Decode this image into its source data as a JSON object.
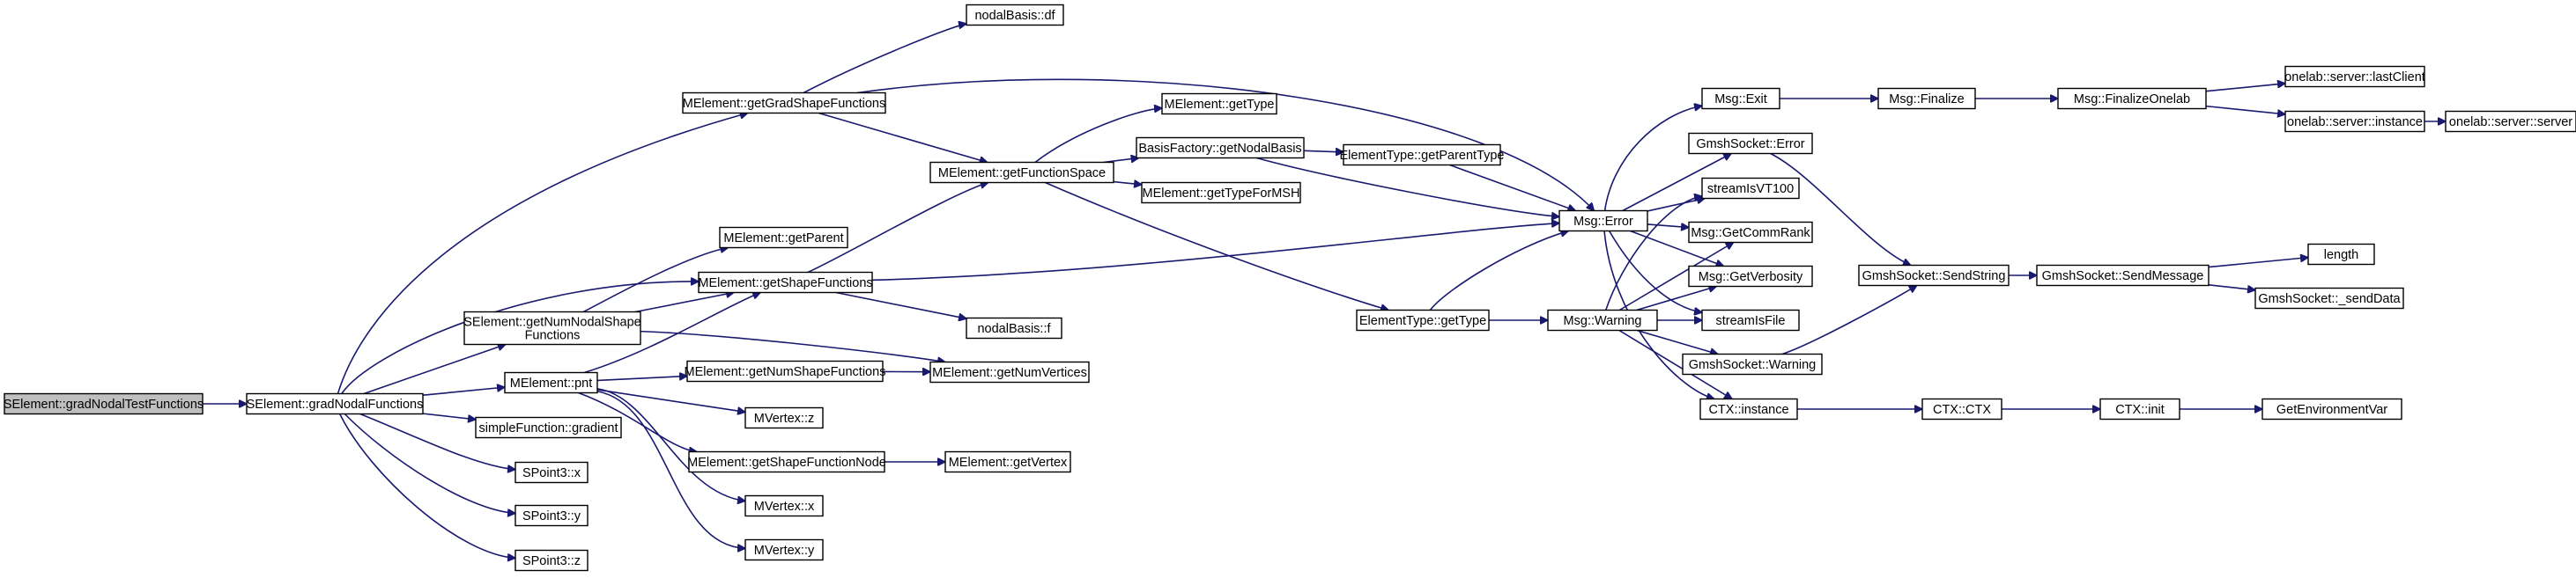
{
  "graph": {
    "root": "SElement::gradNodalTestFunctions",
    "colors": {
      "edge": "#191970",
      "node_border": "#000000",
      "node_fill": "#ffffff",
      "root_fill": "#bfbfbf"
    }
  },
  "nodes": {
    "root": "SElement::gradNodalTestFunctions",
    "gradNodal": "SElement::gradNodalFunctions",
    "gradShape": "MElement::getGradShapeFunctions",
    "nodalDf": "nodalBasis::df",
    "getType": "MElement::getType",
    "getNodalBasis": "BasisFactory::getNodalBasis",
    "getParentType": "ElementType::getParentType",
    "funcSpace": "MElement::getFunctionSpace",
    "typeForMSH": "MElement::getTypeForMSH",
    "getParent": "MElement::getParent",
    "shapeFuncs": "MElement::getShapeFunctions",
    "nodalF": "nodalBasis::f",
    "numNodal": [
      "SElement::getNumNodalShape",
      "Functions"
    ],
    "pnt": "MElement::pnt",
    "numShape": "MElement::getNumShapeFunctions",
    "numVertices": "MElement::getNumVertices",
    "gradient": "simpleFunction::gradient",
    "vz": "MVertex::z",
    "shapeNode": "MElement::getShapeFunctionNode",
    "getVertex": "MElement::getVertex",
    "px": "SPoint3::x",
    "py": "SPoint3::y",
    "pz": "SPoint3::z",
    "vx": "MVertex::x",
    "vy": "MVertex::y",
    "etGetType": "ElementType::getType",
    "msgError": "Msg::Error",
    "msgWarning": "Msg::Warning",
    "msgExit": "Msg::Exit",
    "msgFinalize": "Msg::Finalize",
    "finalizeOnelab": "Msg::FinalizeOnelab",
    "lastClient": "onelab::server::lastClient",
    "instanceOL": "onelab::server::instance",
    "serverOL": "onelab::server::server",
    "gsError": "GmshSocket::Error",
    "vt100": "streamIsVT100",
    "commRank": "Msg::GetCommRank",
    "verbosity": "Msg::GetVerbosity",
    "isFile": "streamIsFile",
    "gsWarning": "GmshSocket::Warning",
    "ctxInstance": "CTX::instance",
    "ctxCtx": "CTX::CTX",
    "ctxInit": "CTX::init",
    "envVar": "GetEnvironmentVar",
    "sendString": "GmshSocket::SendString",
    "sendMessage": "GmshSocket::SendMessage",
    "length": "length",
    "sendData": "GmshSocket::_sendData"
  }
}
